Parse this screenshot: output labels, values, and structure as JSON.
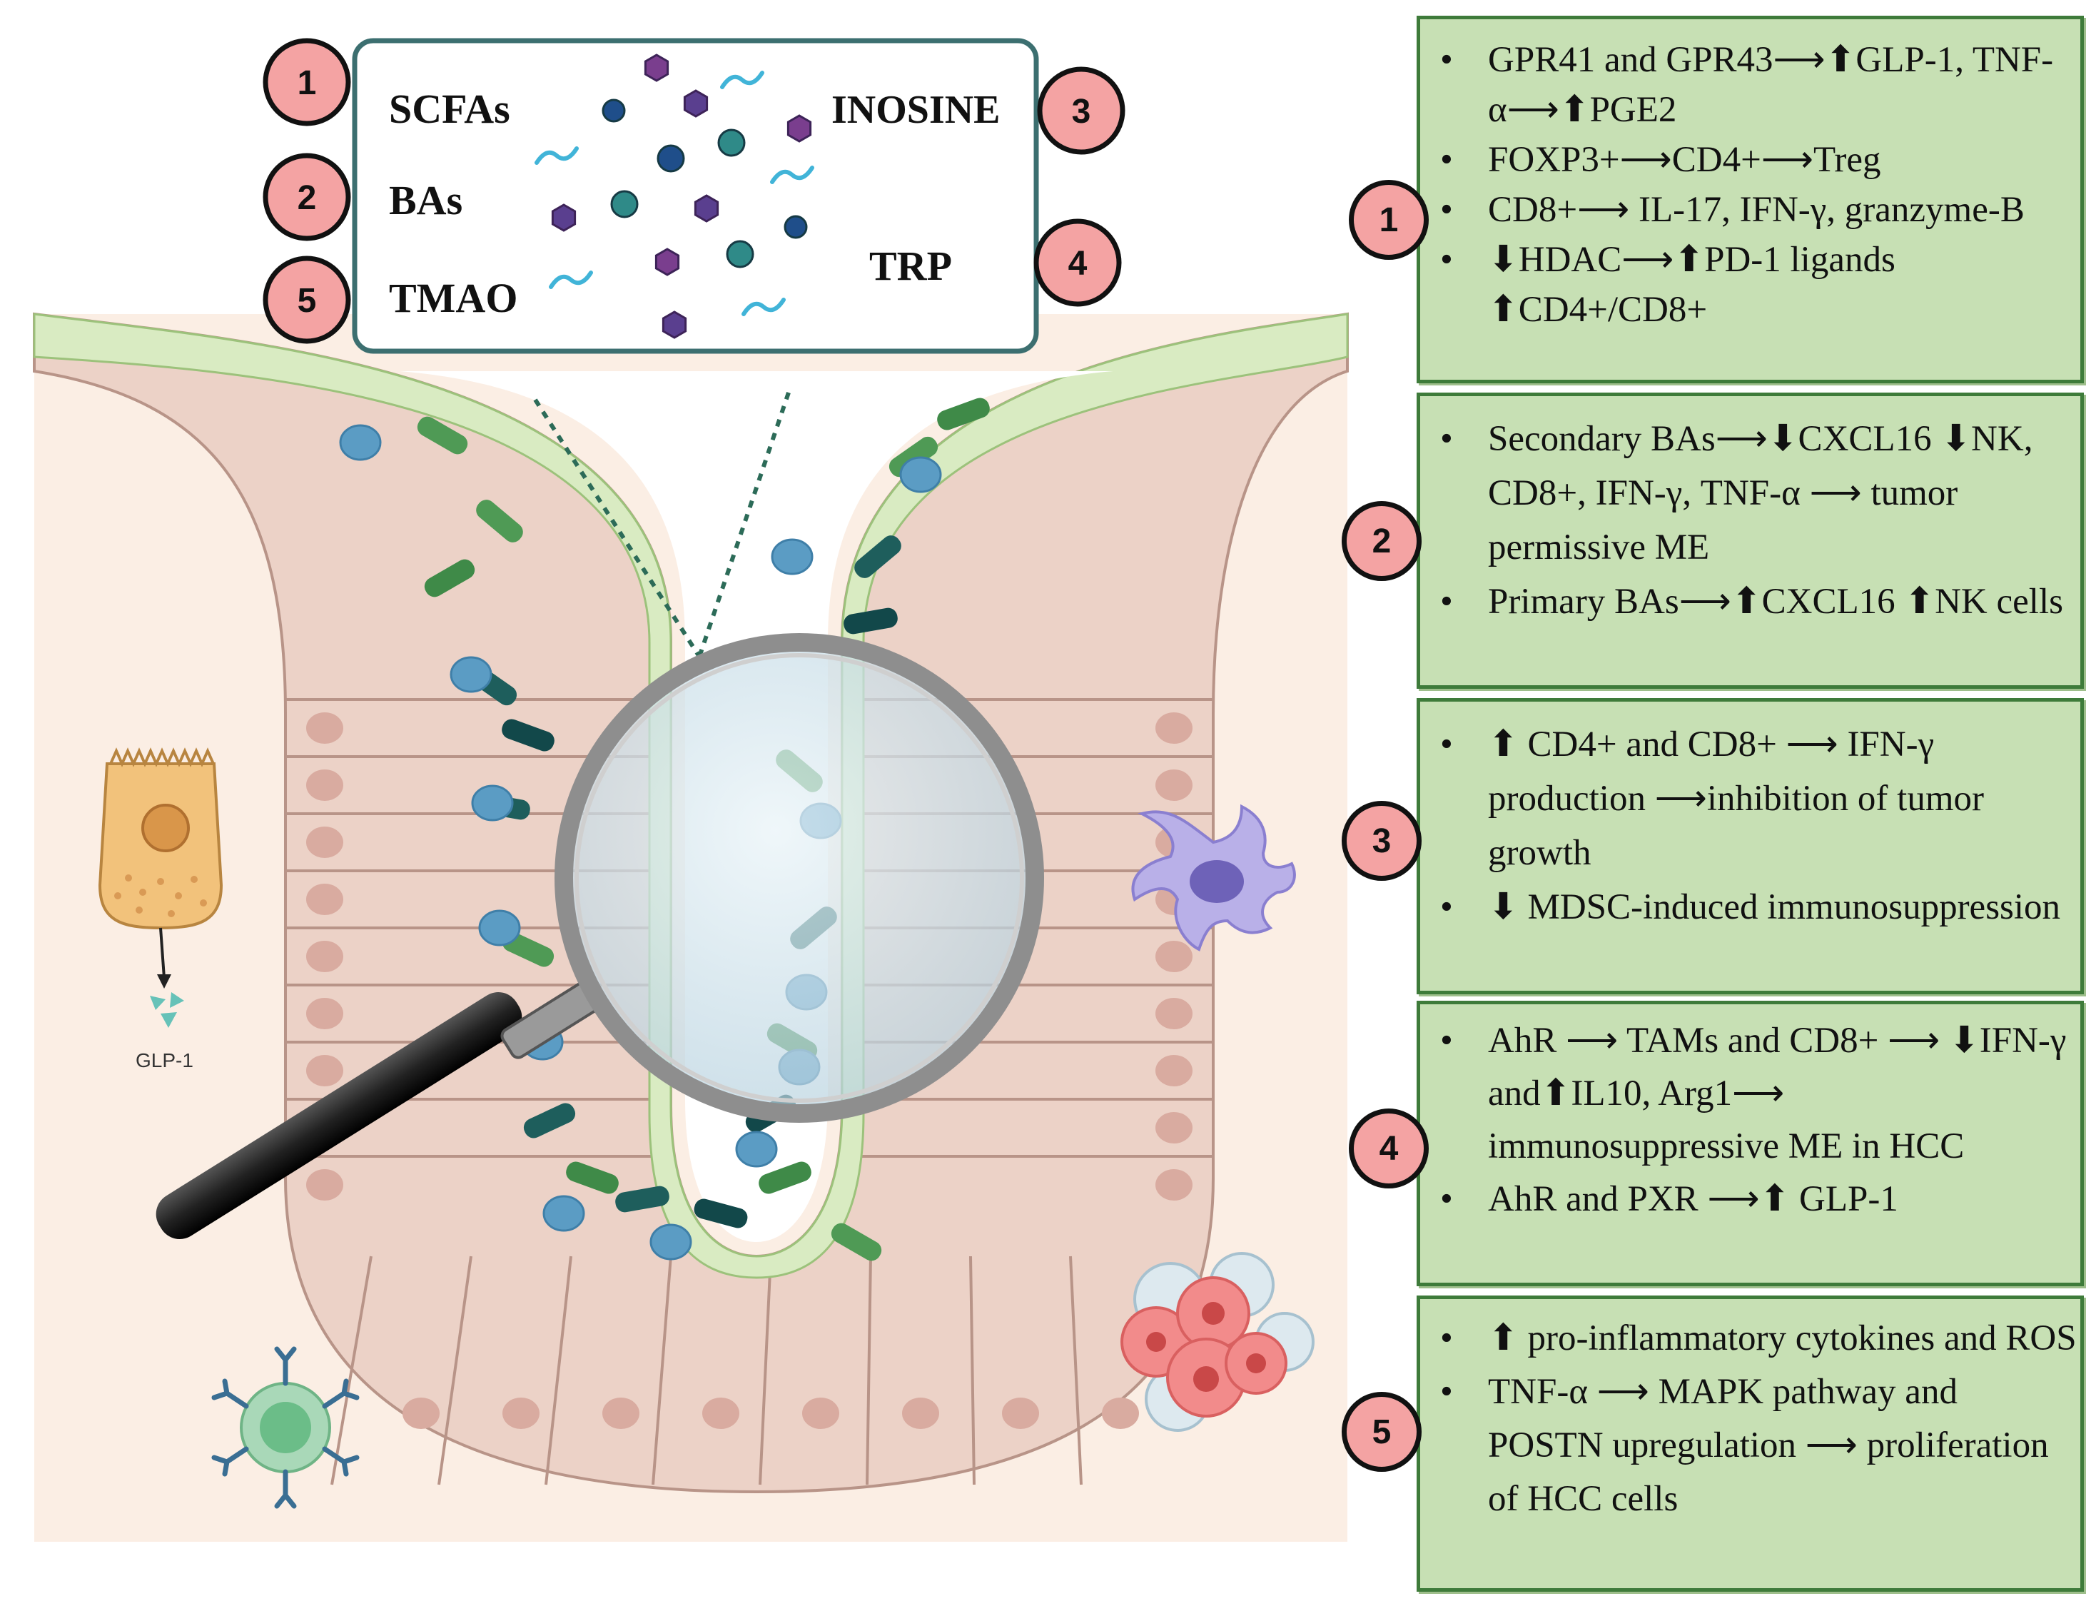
{
  "top_box": {
    "labels": {
      "scfas": "SCFAs",
      "bas": "BAs",
      "tmao": "TMAO",
      "inosine": "INOSINE",
      "trp": "TRP"
    },
    "badges": [
      "1",
      "2",
      "5",
      "3",
      "4"
    ]
  },
  "illustration": {
    "glp1_label": "GLP-1"
  },
  "colors": {
    "panel_fill": "#c7e0b4",
    "panel_border": "#3e7b3a",
    "badge_fill": "#f4a3a3",
    "lumen_lining": "#d9ebc2",
    "tissue_background": "#fbeee4",
    "epithelium": "#ecd2c7"
  },
  "panels": [
    {
      "badge": "1",
      "bullets": [
        "GPR41 and GPR43⟶⬆GLP-1, TNF-α⟶⬆PGE2",
        "FOXP3+⟶CD4+⟶Treg",
        "CD8+⟶ IL-17, IFN-γ, granzyme-B",
        "⬇HDAC⟶⬆PD-1 ligands ⬆CD4+/CD8+"
      ]
    },
    {
      "badge": "2",
      "bullets": [
        "Secondary BAs⟶⬇CXCL16 ⬇NK, CD8+, IFN-γ, TNF-α ⟶ tumor permissive ME",
        "Primary BAs⟶⬆CXCL16 ⬆NK cells"
      ]
    },
    {
      "badge": "3",
      "bullets": [
        "⬆ CD4+ and CD8+ ⟶ IFN-γ production ⟶inhibition of tumor growth",
        "⬇ MDSC-induced immunosuppression"
      ]
    },
    {
      "badge": "4",
      "bullets": [
        "AhR ⟶ TAMs and CD8+ ⟶ ⬇IFN-γ and⬆IL10, Arg1⟶ immunosuppressive ME in HCC",
        "AhR and PXR ⟶⬆ GLP-1"
      ]
    },
    {
      "badge": "5",
      "bullets": [
        "⬆ pro-inflammatory cytokines and ROS",
        "TNF-α ⟶ MAPK pathway and POSTN upregulation ⟶ proliferation of HCC cells"
      ]
    }
  ]
}
